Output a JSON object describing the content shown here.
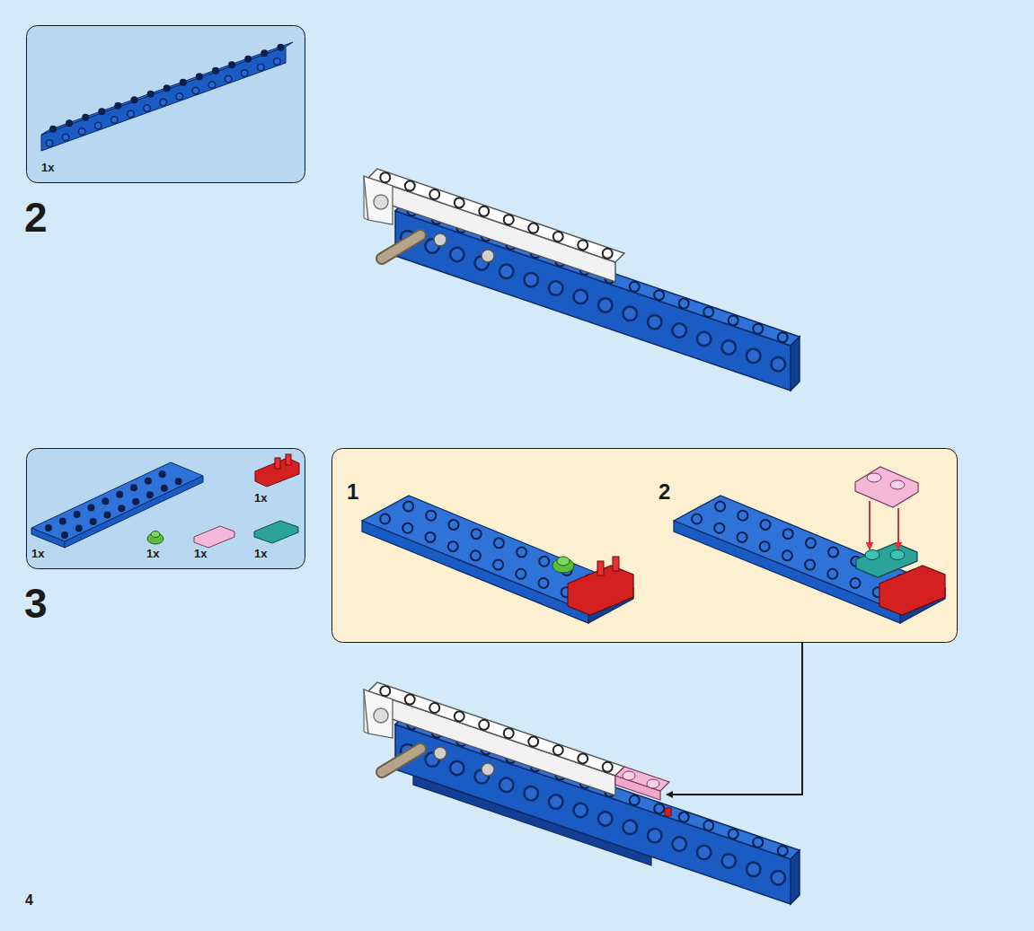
{
  "diagram": {
    "nodes": [
      {
        "text": [
          "1x"
        ]
      },
      {
        "text": [
          "1x",
          "1x",
          "1x",
          "1x",
          "1x"
        ]
      },
      {
        "text": [
          "1",
          "2"
        ]
      }
    ],
    "edges": [],
    "labels": [
      "2",
      "3",
      "4"
    ]
  }
}
